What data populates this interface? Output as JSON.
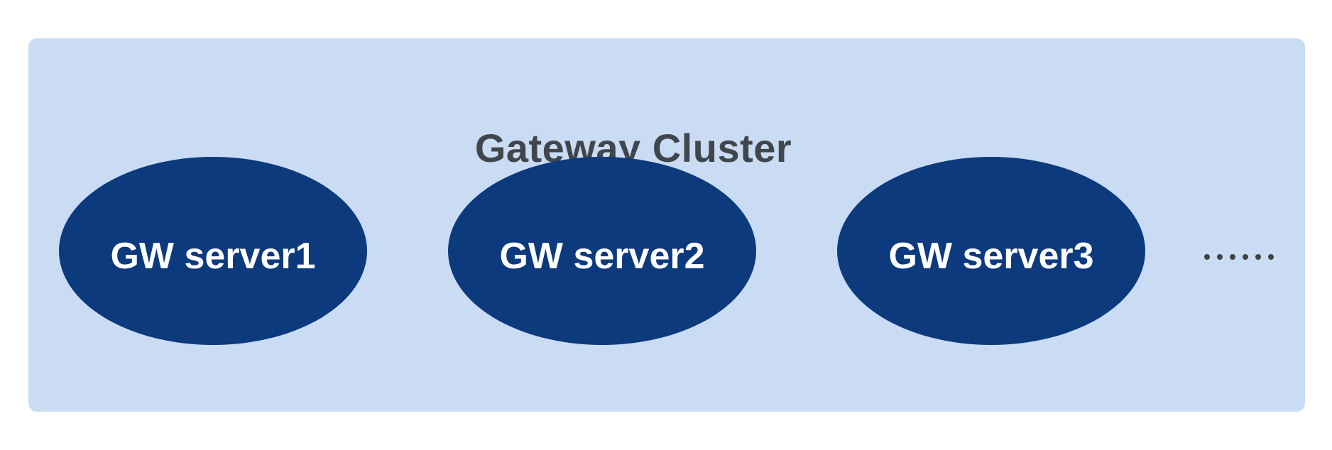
{
  "diagram": {
    "title": "Gateway Cluster",
    "servers": [
      {
        "label": "GW server1"
      },
      {
        "label": "GW server2"
      },
      {
        "label": "GW server3"
      }
    ],
    "more_servers_dot_count": 6
  },
  "colors": {
    "page_background": "#FFFFFF",
    "container_fill": "#C9DCF3",
    "ellipse_fill": "#0C3A7D",
    "title_text": "#40464B",
    "ellipse_text": "#FFFFFF",
    "dots_color": "#3F4245"
  }
}
